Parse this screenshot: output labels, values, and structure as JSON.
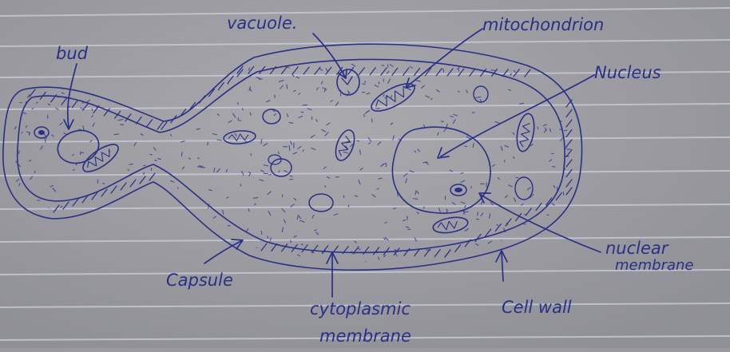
{
  "diagram": {
    "labels": {
      "bud": "bud",
      "vacuole": "vacuole.",
      "mitochondrion": "mitochondrion",
      "nucleus": "Nucleus",
      "nuclear_membrane_line1": "nuclear",
      "nuclear_membrane_line2": "membrane",
      "capsule": "Capsule",
      "cytoplasmic_line1": "cytoplasmic",
      "cytoplasmic_line2": "membrane",
      "cell_wall": "Cell wall"
    },
    "colors": {
      "paper": "#a3a3a9",
      "ruled_line": "#c6c8d4",
      "ink": "#2b2f86"
    }
  }
}
